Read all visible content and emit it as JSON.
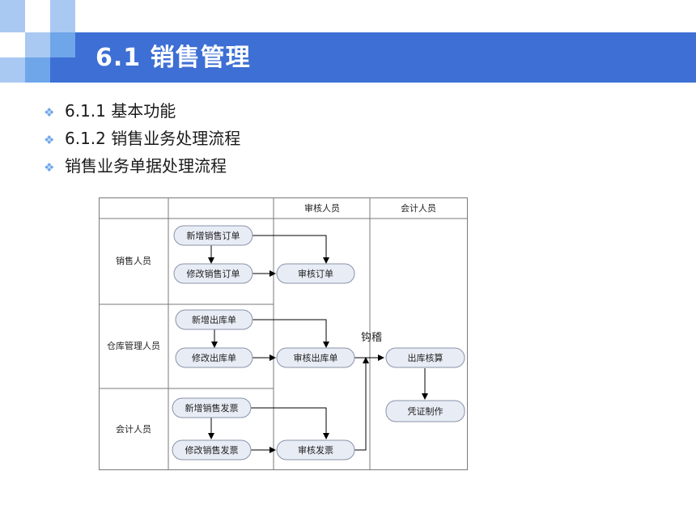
{
  "slide": {
    "title": "6.1  销售管理",
    "bullets": [
      "6.1.1  基本功能",
      "6.1.2  销售业务处理流程",
      "销售业务单据处理流程"
    ]
  },
  "diagram": {
    "column_headers": [
      "",
      "",
      "审核人员",
      "会计人员"
    ],
    "row_roles": [
      "销售人员",
      "仓库管理人员",
      "会计人员"
    ],
    "nodes": {
      "new_sales_order": "新增销售订单",
      "modify_sales_order": "修改销售订单",
      "audit_order": "审核订单",
      "new_outbound": "新增出库单",
      "modify_outbound": "修改出库单",
      "audit_outbound": "审核出库单",
      "outbound_check": "出库核算",
      "voucher_making": "凭证制作",
      "new_sales_invoice": "新增销售发票",
      "modify_sales_invoice": "修改销售发票",
      "audit_invoice": "审核发票"
    },
    "annotation": "钩稽"
  },
  "colors": {
    "title_bar": "#3d6fd4",
    "accent_light": "#a9c9f2",
    "accent_mid": "#6fa6ea",
    "node_fill": "#e8ecf5",
    "node_stroke": "#8a93a8"
  }
}
